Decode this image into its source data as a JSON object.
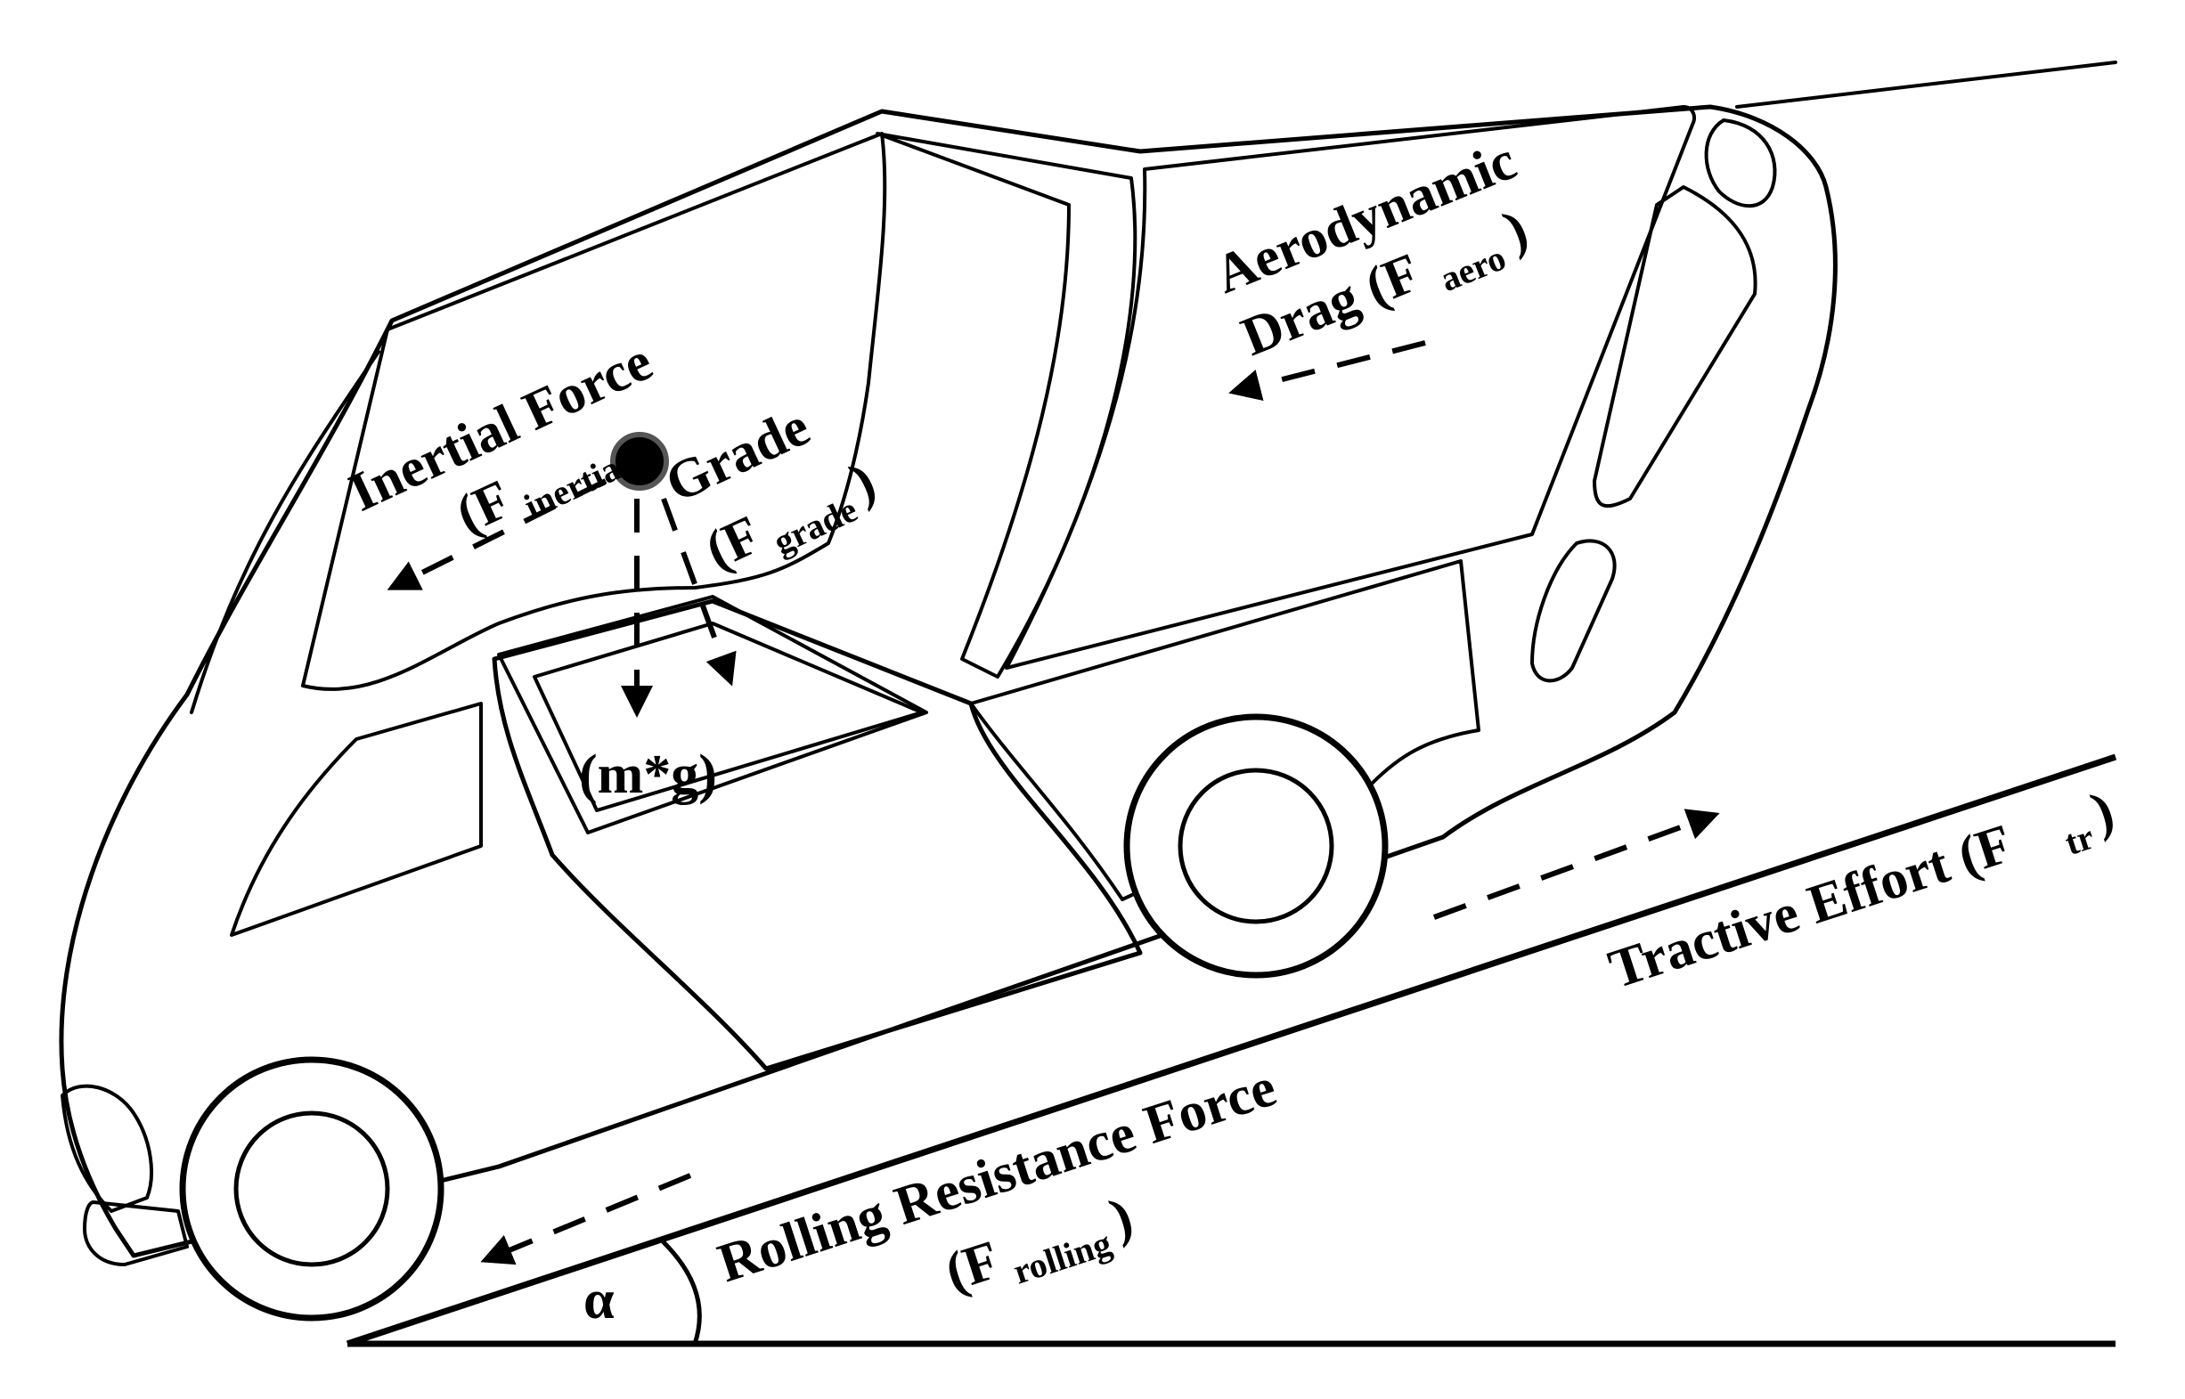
{
  "labels": {
    "inertial_force": "Inertial Force",
    "inertial_paren_open": "(F",
    "inertial_sub": "inertia",
    "inertial_paren_close": ")",
    "grade": "Grade",
    "grade_paren_open": "(F",
    "grade_sub": "grade",
    "grade_paren_close": ")",
    "aero_line1": "Aerodynamic",
    "aero_line2": "Drag (F",
    "aero_sub": "aero",
    "aero_close": ")",
    "weight": "(m*g)",
    "tractive": "Tractive Effort (F",
    "tractive_sub": "tr",
    "tractive_close": ")",
    "rolling_line1": "Rolling Resistance Force",
    "rolling_paren_open": "(F",
    "rolling_sub": "rolling",
    "rolling_paren_close": ")",
    "angle": "α"
  }
}
